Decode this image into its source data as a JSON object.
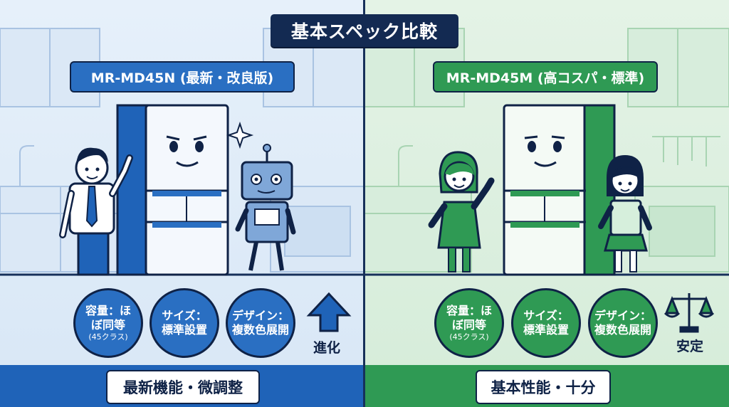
{
  "header": {
    "title": "基本スペック比較"
  },
  "left": {
    "model_label": "MR-MD45N (最新・改良版)",
    "specs": [
      {
        "main": "容量：ほ ぼ同等",
        "sub": "(45クラス)"
      },
      {
        "main": "サイズ： 標準設置",
        "sub": ""
      },
      {
        "main": "デザイン： 複数色展開",
        "sub": ""
      }
    ],
    "indicator_icon": "up-arrow-icon",
    "indicator_text": "進化",
    "bottom_label": "最新機能・微調整",
    "accent_color": "#2a6fc2"
  },
  "right": {
    "model_label": "MR-MD45M (高コスパ・標準)",
    "specs": [
      {
        "main": "容量：ほ ぼ同等",
        "sub": "(45クラス)"
      },
      {
        "main": "サイズ： 標準設置",
        "sub": ""
      },
      {
        "main": "デザイン： 複数色展開",
        "sub": ""
      }
    ],
    "indicator_icon": "balance-scale-icon",
    "indicator_text": "安定",
    "bottom_label": "基本性能・十分",
    "accent_color": "#2f9a54"
  }
}
